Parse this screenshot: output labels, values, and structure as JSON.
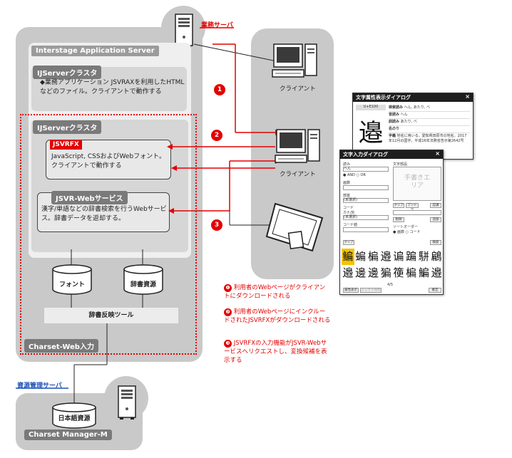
{
  "server": {
    "heading": "業務サーバ",
    "ias_title": "Interstage Application Server",
    "ijcluster1": {
      "label": "IJServerクラスタ",
      "text": "◆業務アプリケーション JSVRAXを利用したHTMLなどのファイル。クライアントで動作する"
    },
    "ijcluster2": {
      "label": "IJServerクラスタ",
      "jsvrfx_label": "JSVRFX",
      "jsvrfx_text": "JavaScript, CSSおよびWebフォント。クライアントで動作する",
      "web_label": "JSVR-Webサービス",
      "web_text": "漢字/単語などの辞書検索を行うWebサービス。辞書データを返却する。"
    },
    "db_font": "フォント",
    "db_dict": "辞書資源",
    "tool": "辞書反映ツール",
    "charset_label": "Charset-Web入力"
  },
  "resource": {
    "heading": "資源管理サーバ",
    "db": "日本語資源",
    "label": "Charset Manager-M"
  },
  "clients": {
    "label1": "クライアント",
    "label2": "クライアント"
  },
  "steps": [
    {
      "num": "❶",
      "text": "利用者のWebページがクライアントにダウンロードされる"
    },
    {
      "num": "❷",
      "text": "利用者のWebページにインクルードされたJSVRFXがダウンロードされる"
    },
    {
      "num": "❸",
      "text": "JSVRFXの入力機能がJSVR-Webサービスへリクエストし、変換候補を表示する"
    }
  ],
  "numbers": [
    "1",
    "2",
    "3"
  ],
  "dialog1": {
    "title": "文字属性表示ダイアログ",
    "code": "U+E100",
    "glyph": "邉",
    "rows": [
      {
        "k": "検索読み",
        "v": "へん, あたり, べ"
      },
      {
        "k": "音読み",
        "v": "へん"
      },
      {
        "k": "訓読み",
        "v": "あたり, べ"
      },
      {
        "k": "名のり",
        "v": ""
      },
      {
        "k": "字義",
        "v": "地名に用いる。愛知県田原市の地名。2017年12月の国字。平成16年法務省告示第2642号"
      }
    ]
  },
  "dialog2": {
    "title": "文字入力ダイアログ",
    "reading_label": "読み",
    "reading_value": "へん",
    "and_label": "AND",
    "or_label": "OR",
    "stroke_label": "画数",
    "radical_label": "部首",
    "radical_value": "(未選択)",
    "code_label": "コード",
    "kana_label": "カナ/外",
    "kana_value": "(未選択)",
    "code2_label": "コード値",
    "handwrite_label": "文字部品",
    "handwrite_area": "手書きエリア",
    "clear_label": "クリア",
    "undo_label": "アンドゥ",
    "recognize_label": "認識",
    "delete_label": "削除",
    "add_label": "追加",
    "sort_label": "ソートオーダー",
    "sort_opt1": "画数",
    "sort_opt2": "コード",
    "clear2": "クリア",
    "search": "検索",
    "kanji": [
      "鳊",
      "蝙",
      "楄",
      "邉",
      "谝",
      "蹁",
      "駢",
      "鶣",
      "邉",
      "邊",
      "邊",
      "猵",
      "箯",
      "楄",
      "鯿",
      "邉"
    ],
    "page": "4/5",
    "attr_btn": "属性表示",
    "prev_btn": "戻る文字種類",
    "ok_btn": "確定"
  }
}
